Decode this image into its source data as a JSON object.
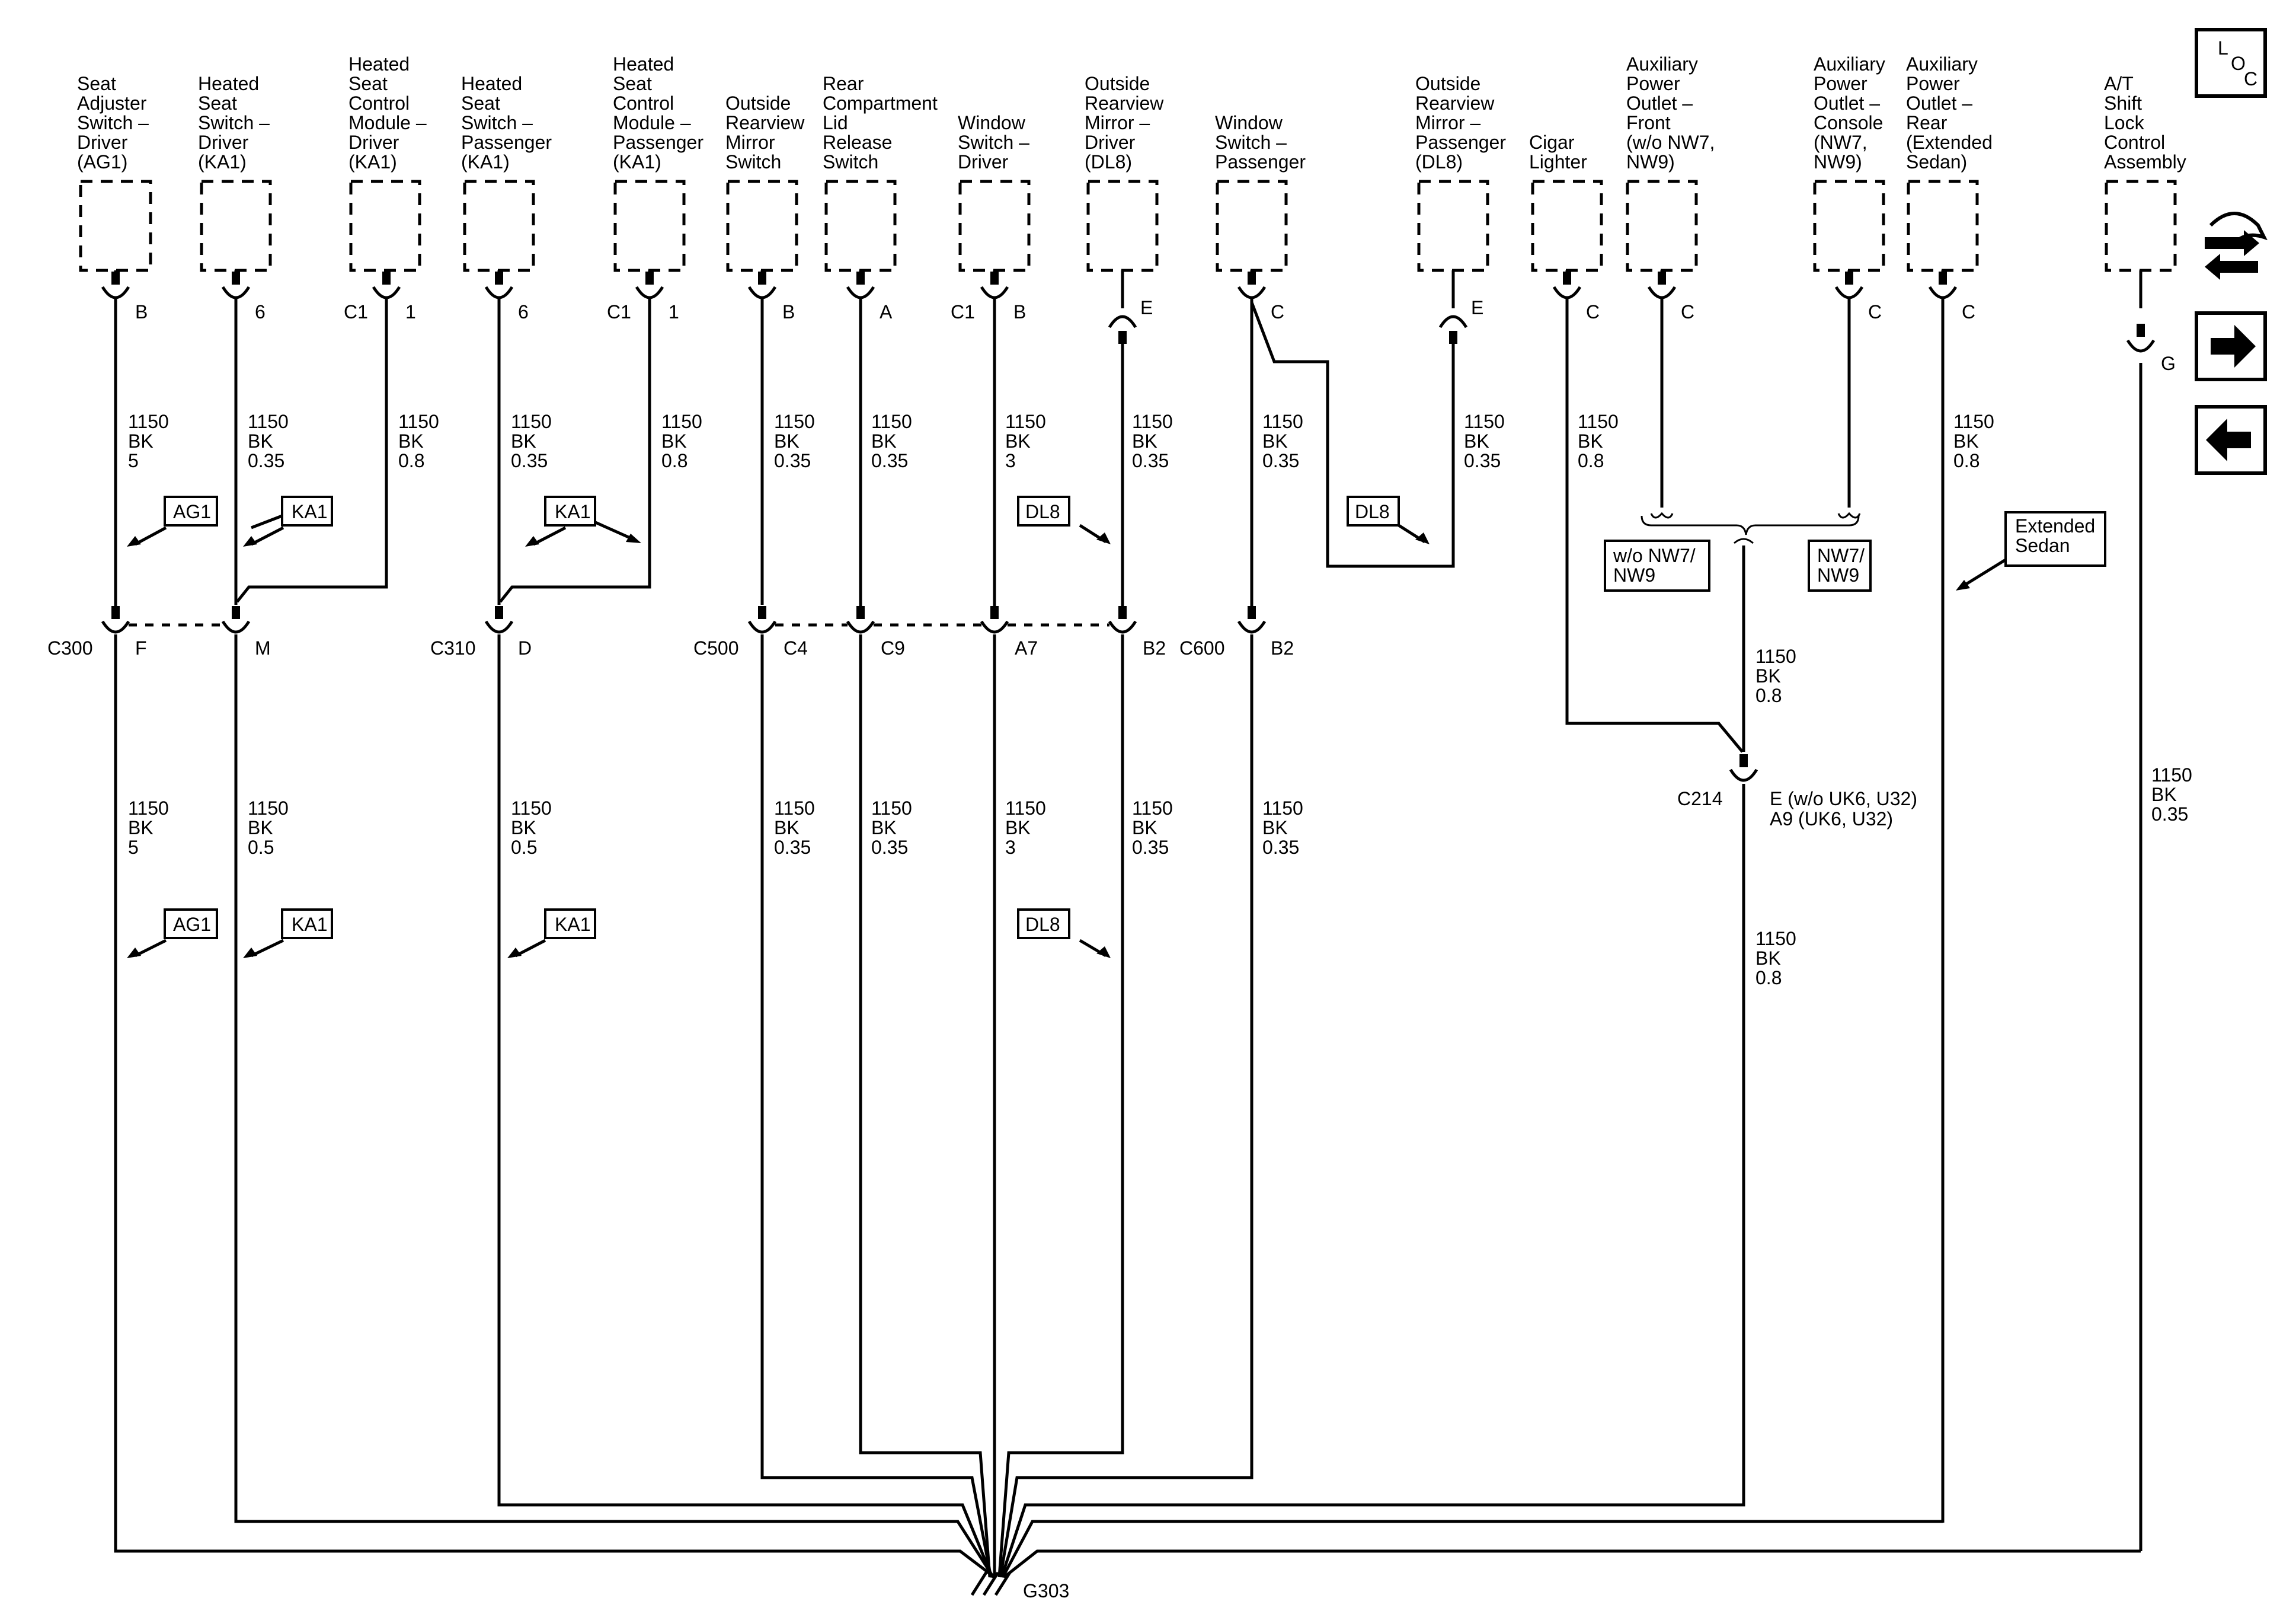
{
  "components": [
    {
      "lines": [
        "Seat",
        "Adjuster",
        "Switch –",
        "Driver",
        "(AG1)"
      ]
    },
    {
      "lines": [
        "Heated",
        "Seat",
        "Switch –",
        "Driver",
        "(KA1)"
      ]
    },
    {
      "lines": [
        "Heated",
        "Seat",
        "Control",
        "Module –",
        "Driver",
        "(KA1)"
      ]
    },
    {
      "lines": [
        "Heated",
        "Seat",
        "Switch –",
        "Passenger",
        "(KA1)"
      ]
    },
    {
      "lines": [
        "Heated",
        "Seat",
        "Control",
        "Module –",
        "Passenger",
        "(KA1)"
      ]
    },
    {
      "lines": [
        "Outside",
        "Rearview",
        "Mirror",
        "Switch"
      ]
    },
    {
      "lines": [
        "Rear",
        "Compartment",
        "Lid",
        "Release",
        "Switch"
      ]
    },
    {
      "lines": [
        "Window",
        "Switch –",
        "Driver"
      ]
    },
    {
      "lines": [
        "Outside",
        "Rearview",
        "Mirror –",
        "Driver",
        "(DL8)"
      ]
    },
    {
      "lines": [
        "Window",
        "Switch –",
        "Passenger"
      ]
    },
    {
      "lines": [
        "Outside",
        "Rearview",
        "Mirror –",
        "Passenger",
        "(DL8)"
      ]
    },
    {
      "lines": [
        "Cigar",
        "Lighter"
      ]
    },
    {
      "lines": [
        "Auxiliary",
        "Power",
        "Outlet –",
        "Front",
        "(w/o NW7,",
        "NW9)"
      ]
    },
    {
      "lines": [
        "Auxiliary",
        "Power",
        "Outlet –",
        "Console",
        "(NW7,",
        "NW9)"
      ]
    },
    {
      "lines": [
        "Auxiliary",
        "Power",
        "Outlet –",
        "Rear",
        "(Extended",
        "Sedan)"
      ]
    },
    {
      "lines": [
        "A/T",
        "Shift",
        "Lock",
        "Control",
        "Assembly"
      ]
    }
  ],
  "pins": [
    "B",
    "6",
    "C1",
    "1",
    "6",
    "C1",
    "1",
    "B",
    "A",
    "C1",
    "B",
    "E",
    "C",
    "E",
    "C",
    "C",
    "C",
    "C",
    "G"
  ],
  "wires_upper": [
    {
      "lines": [
        "1150",
        "BK",
        "5"
      ]
    },
    {
      "lines": [
        "1150",
        "BK",
        "0.35"
      ]
    },
    {
      "lines": [
        "1150",
        "BK",
        "0.8"
      ]
    },
    {
      "lines": [
        "1150",
        "BK",
        "0.35"
      ]
    },
    {
      "lines": [
        "1150",
        "BK",
        "0.8"
      ]
    },
    {
      "lines": [
        "1150",
        "BK",
        "0.35"
      ]
    },
    {
      "lines": [
        "1150",
        "BK",
        "0.35"
      ]
    },
    {
      "lines": [
        "1150",
        "BK",
        "3"
      ]
    },
    {
      "lines": [
        "1150",
        "BK",
        "0.35"
      ]
    },
    {
      "lines": [
        "1150",
        "BK",
        "0.35"
      ]
    },
    {
      "lines": [
        "1150",
        "BK",
        "0.35"
      ]
    },
    {
      "lines": [
        "1150",
        "BK",
        "0.8"
      ]
    },
    {
      "lines": [
        "1150",
        "BK",
        "0.8"
      ]
    },
    {
      "lines": [
        "1150",
        "BK",
        "0.8"
      ]
    },
    {
      "lines": [
        "1150",
        "BK",
        "0.35"
      ]
    }
  ],
  "wires_lower": [
    {
      "lines": [
        "1150",
        "BK",
        "5"
      ]
    },
    {
      "lines": [
        "1150",
        "BK",
        "0.5"
      ]
    },
    {
      "lines": [
        "1150",
        "BK",
        "0.5"
      ]
    },
    {
      "lines": [
        "1150",
        "BK",
        "0.35"
      ]
    },
    {
      "lines": [
        "1150",
        "BK",
        "0.35"
      ]
    },
    {
      "lines": [
        "1150",
        "BK",
        "3"
      ]
    },
    {
      "lines": [
        "1150",
        "BK",
        "0.35"
      ]
    },
    {
      "lines": [
        "1150",
        "BK",
        "0.35"
      ]
    },
    {
      "lines": [
        "1150",
        "BK",
        "0.8"
      ]
    }
  ],
  "option_tags": [
    "AG1",
    "KA1",
    "KA1",
    "DL8",
    "DL8",
    "AG1",
    "KA1",
    "KA1",
    "DL8"
  ],
  "inline_connectors": {
    "c300": "C300",
    "c300_pin_f": "F",
    "c300_pin_m": "M",
    "c310": "C310",
    "c310_pin_d": "D",
    "c500": "C500",
    "c500_pin_c4": "C4",
    "c500_pin_c9": "C9",
    "c500_pin_a7": "A7",
    "c500_pin_b2": "B2",
    "c600": "C600",
    "c600_pin_b2": "B2",
    "c214": "C214",
    "c214_pin_1": "E (w/o UK6, U32)",
    "c214_pin_2": "A9 (UK6, U32)"
  },
  "splice_options": {
    "left": [
      "w/o NW7/",
      "NW9"
    ],
    "right": [
      "NW7/",
      "NW9"
    ]
  },
  "extended_sedan": [
    "Extended",
    "Sedan"
  ],
  "ground": "G303",
  "loc_letters": [
    "L",
    "O",
    "C"
  ]
}
